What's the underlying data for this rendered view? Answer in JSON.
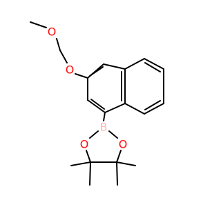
{
  "molecule": {
    "bond_color": "#000000",
    "atoms": [
      {
        "label": "O",
        "color": "#ff0d0d"
      },
      {
        "label": "O",
        "color": "#ff0d0d"
      },
      {
        "label": "B",
        "color": "#ffb5b5"
      },
      {
        "label": "O",
        "color": "#ff0d0d"
      },
      {
        "label": "O",
        "color": "#ff0d0d"
      }
    ]
  }
}
